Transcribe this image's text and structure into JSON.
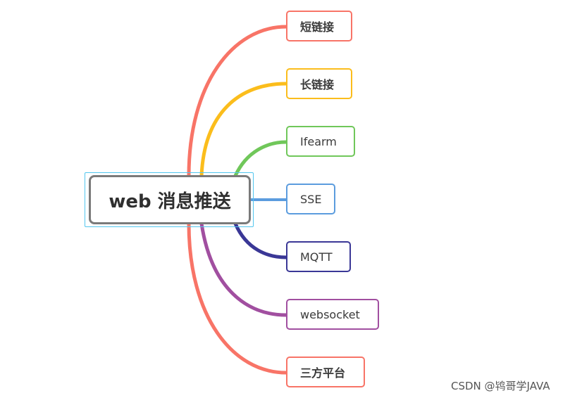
{
  "root": {
    "label": "web 消息推送"
  },
  "branches": [
    {
      "label": "短链接",
      "color": "#f87467"
    },
    {
      "label": "长链接",
      "color": "#fbbd1c"
    },
    {
      "label": "Ifearm",
      "color": "#70c75a"
    },
    {
      "label": "SSE",
      "color": "#5b9cde"
    },
    {
      "label": "MQTT",
      "color": "#3a3796"
    },
    {
      "label": "websocket",
      "color": "#a14fa0"
    },
    {
      "label": "三方平台",
      "color": "#f87467"
    }
  ],
  "watermark": "CSDN @鸨哥学JAVA"
}
